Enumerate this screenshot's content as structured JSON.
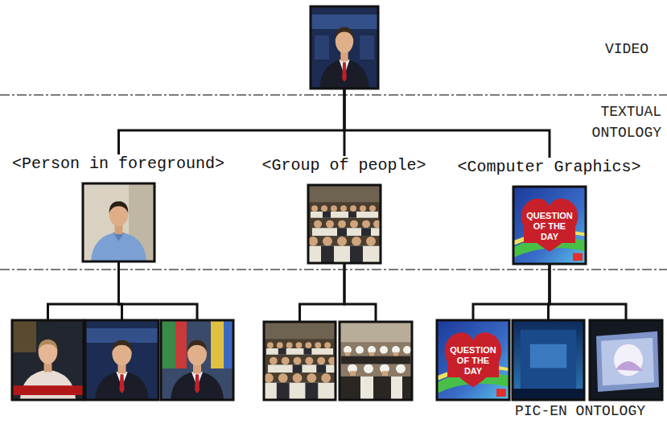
{
  "diagram": {
    "nodes": [
      {
        "text": []
      },
      {
        "text": [
          "<Person in foreground>"
        ]
      },
      {
        "text": [
          "<Group of people>"
        ]
      },
      {
        "text": [
          "<Computer Graphics>",
          "QUESTION OF THE DAY"
        ]
      },
      {
        "text": []
      },
      {
        "text": []
      },
      {
        "text": []
      },
      {
        "text": []
      },
      {
        "text": []
      },
      {
        "text": [
          "QUESTION OF THE DAY"
        ]
      },
      {
        "text": []
      },
      {
        "text": []
      }
    ],
    "edges": [
      {
        "from": 0,
        "to": 1,
        "arrow": "none"
      },
      {
        "from": 0,
        "to": 2,
        "arrow": "none"
      },
      {
        "from": 0,
        "to": 3,
        "arrow": "none"
      },
      {
        "from": 1,
        "to": 4,
        "arrow": "none"
      },
      {
        "from": 1,
        "to": 5,
        "arrow": "none"
      },
      {
        "from": 1,
        "to": 6,
        "arrow": "none"
      },
      {
        "from": 2,
        "to": 7,
        "arrow": "none"
      },
      {
        "from": 2,
        "to": 8,
        "arrow": "none"
      },
      {
        "from": 3,
        "to": 9,
        "arrow": "none"
      },
      {
        "from": 3,
        "to": 10,
        "arrow": "none"
      },
      {
        "from": 3,
        "to": 11,
        "arrow": "none"
      }
    ],
    "labels": [
      "VIDEO",
      "TEXTUAL ONTOLOGY",
      "PIC-EN ONTOLOGY"
    ]
  }
}
